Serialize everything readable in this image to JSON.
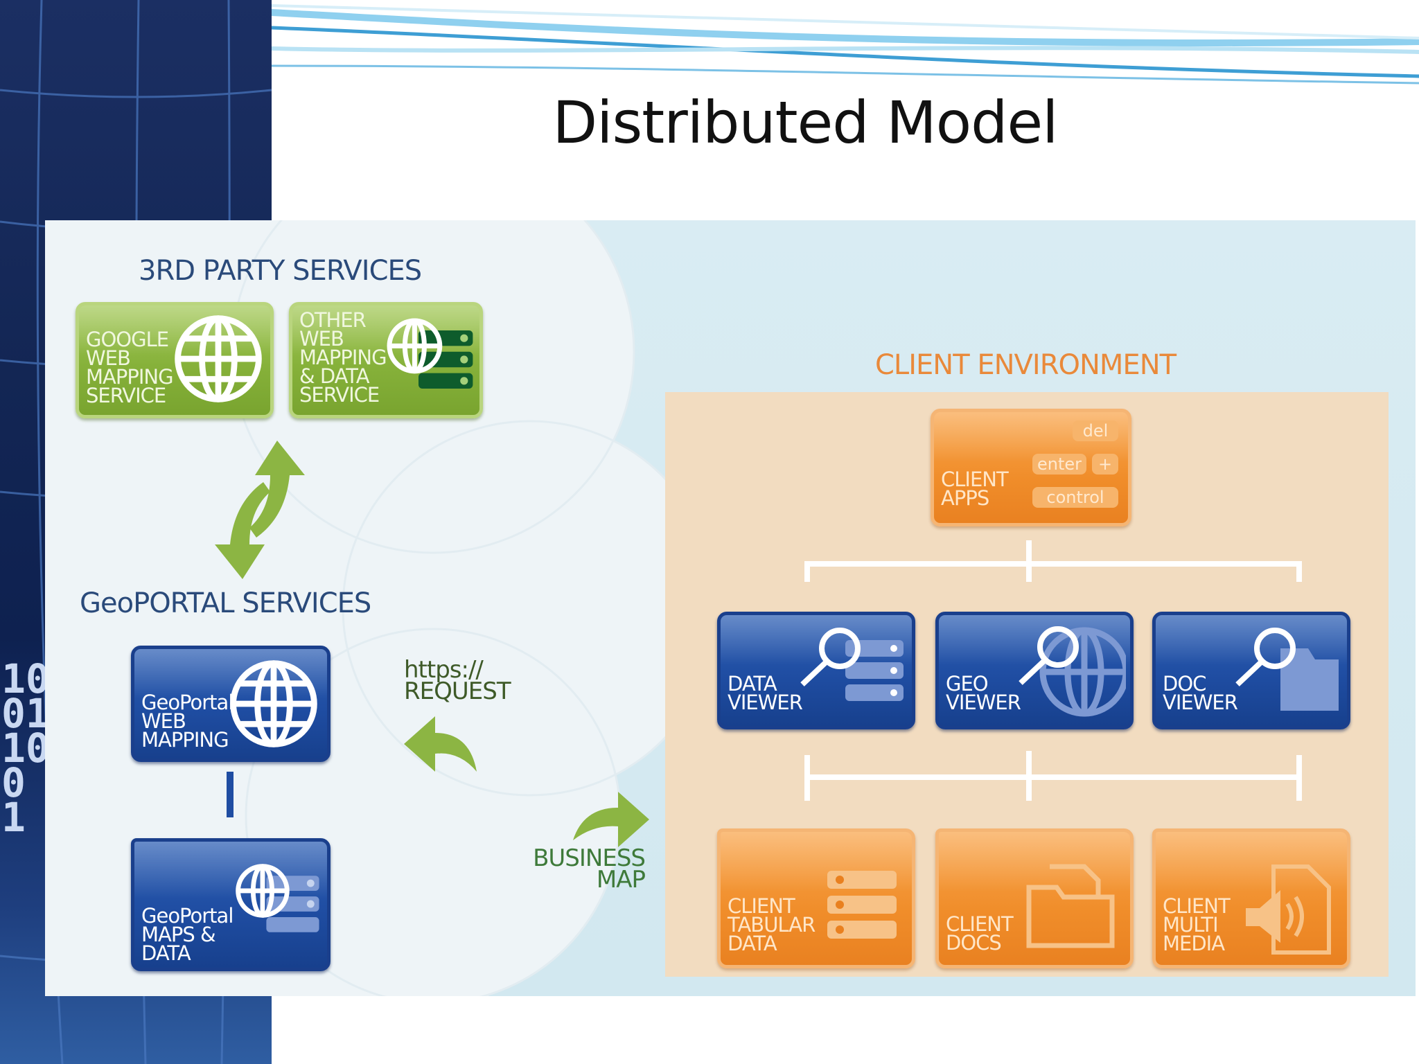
{
  "slide": {
    "title": "Distributed Model"
  },
  "third_party": {
    "title": "3RD PARTY SERVICES",
    "tiles": [
      {
        "label": "GOOGLE\nWEB\nMAPPING\nSERVICE",
        "icon": "globe-icon"
      },
      {
        "label": "OTHER\nWEB\nMAPPING\n& DATA\nSERVICE",
        "icon": "globe-server-icon"
      }
    ]
  },
  "geoportal": {
    "title": "GeoPORTAL SERVICES",
    "tiles": [
      {
        "label": "GeoPortal\nWEB\nMAPPING",
        "icon": "globe-icon"
      },
      {
        "label": "GeoPortal\nMAPS &\nDATA",
        "icon": "folder-globe-server-icon"
      }
    ]
  },
  "annotations": {
    "request": "https://\nREQUEST",
    "business_map": "BUSINESS\nMAP"
  },
  "client_env": {
    "title": "CLIENT ENVIRONMENT",
    "apps": {
      "label": "CLIENT\nAPPS",
      "keys": [
        "del",
        "enter",
        "+",
        "control"
      ]
    },
    "viewers": [
      {
        "label": "DATA\nVIEWER",
        "icon": "magnifier-server-icon"
      },
      {
        "label": "GEO\nVIEWER",
        "icon": "magnifier-globe-icon"
      },
      {
        "label": "DOC\nVIEWER",
        "icon": "magnifier-folder-icon"
      }
    ],
    "data": [
      {
        "label": "CLIENT\nTABULAR\nDATA",
        "icon": "server-stack-icon"
      },
      {
        "label": "CLIENT\nDOCS",
        "icon": "folder-doc-icon"
      },
      {
        "label": "CLIENT\nMULTI\nMEDIA",
        "icon": "speaker-icon"
      }
    ]
  },
  "colors": {
    "green": "#8cb543",
    "blue": "#1f4da2",
    "orange": "#f08d2a",
    "client_title": "#e9893a",
    "section_title": "#2a4a7a"
  }
}
